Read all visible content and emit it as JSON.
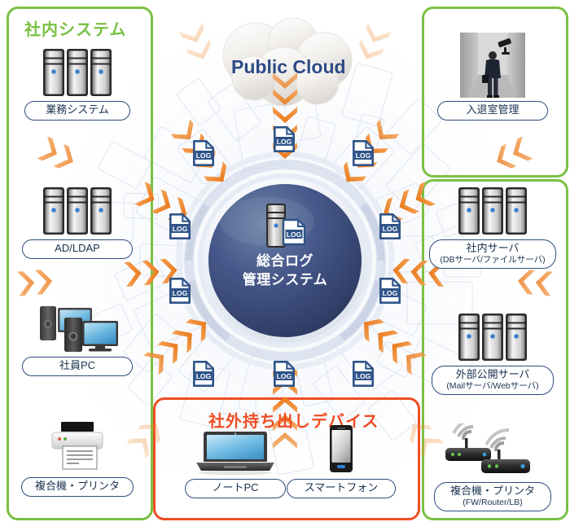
{
  "diagram": {
    "title_center": {
      "line1": "総合ログ",
      "line2": "管理システム"
    },
    "cloud_label": "Public Cloud",
    "log_badge_label": "LOG"
  },
  "groups": [
    {
      "id": "internal-systems",
      "title": "社内システム",
      "color": "#7ac143"
    },
    {
      "id": "right-group",
      "title": "",
      "color": "#7ac143"
    },
    {
      "id": "top-right-group",
      "title": "",
      "color": "#7ac143"
    },
    {
      "id": "external-devices",
      "title": "社外持ち出しデバイス",
      "color": "#ef4e23"
    }
  ],
  "nodes": [
    {
      "id": "business-system",
      "label": "業務システム",
      "sublabel": "",
      "icon": "servers-icon"
    },
    {
      "id": "ad-ldap",
      "label": "AD/LDAP",
      "sublabel": "",
      "icon": "servers-icon"
    },
    {
      "id": "employee-pc",
      "label": "社員PC",
      "sublabel": "",
      "icon": "desktop-pc-icon"
    },
    {
      "id": "printer-left",
      "label": "複合機・プリンタ",
      "sublabel": "",
      "icon": "printer-icon"
    },
    {
      "id": "access-control",
      "label": "入退室管理",
      "sublabel": "",
      "icon": "entry-exit-photo-icon"
    },
    {
      "id": "internal-server",
      "label": "社内サーバ",
      "sublabel": "(DBサーバ/ファイルサーバ)",
      "icon": "servers-icon"
    },
    {
      "id": "public-server",
      "label": "外部公開サーバ",
      "sublabel": "(Mailサーバ/Webサーバ)",
      "icon": "servers-icon"
    },
    {
      "id": "network-devices",
      "label": "複合機・プリンタ",
      "sublabel": "(FW/Router/LB)",
      "icon": "router-icon"
    },
    {
      "id": "notebook-pc",
      "label": "ノートPC",
      "sublabel": "",
      "icon": "laptop-icon"
    },
    {
      "id": "smartphone",
      "label": "スマートフォン",
      "sublabel": "",
      "icon": "smartphone-icon"
    }
  ],
  "colors": {
    "green": "#7ac143",
    "red": "#ef4e23",
    "orange_arrow": "#f08a33",
    "hub_blue_dark": "#2b3f66",
    "hub_blue_light": "#5a7198",
    "pill_border": "#2e4a7d",
    "cloud_text": "#2d4b86",
    "log_blue": "#2e5388"
  }
}
